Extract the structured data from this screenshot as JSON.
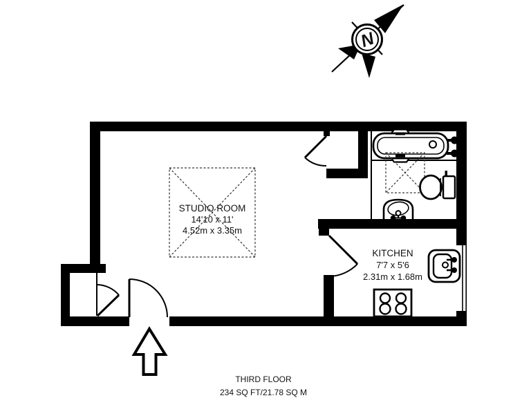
{
  "compass": {
    "letter": "N"
  },
  "rooms": {
    "studio": {
      "name": "STUDIO ROOM",
      "size_imperial": "14'10 x 11'",
      "size_metric": "4.52m x 3.35m"
    },
    "kitchen": {
      "name": "KITCHEN",
      "size_imperial": "7'7 x 5'6",
      "size_metric": "2.31m x 1.68m"
    }
  },
  "footer": {
    "floor": "THIRD FLOOR",
    "area": "234 SQ FT/21.78 SQ M"
  },
  "colors": {
    "wall": "#000000",
    "background": "#ffffff",
    "line": "#000000",
    "text": "#111111"
  }
}
